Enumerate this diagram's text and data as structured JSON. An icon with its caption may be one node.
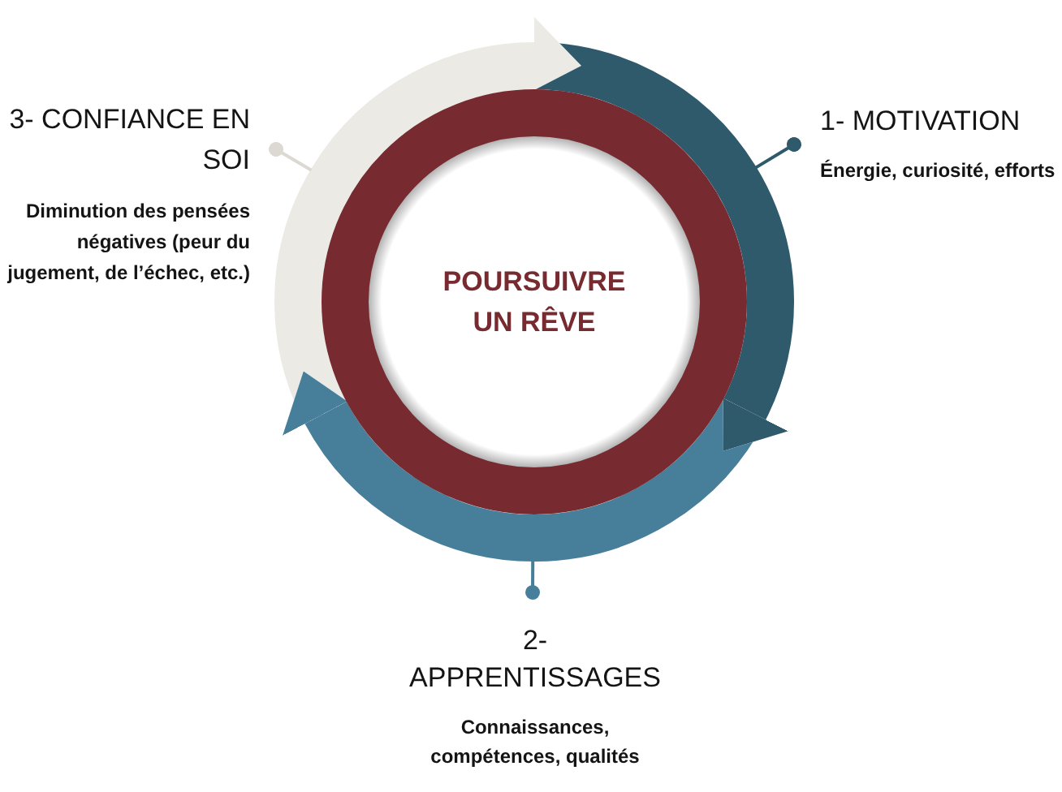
{
  "diagram": {
    "nodes": [
      {
        "text": [
          "3- CONFIANCE EN SOI",
          "Diminution des pensées négatives (peur du jugement, de l’échec, etc.)"
        ]
      },
      {
        "text": [
          "1- MOTIVATION",
          "Énergie, curiosité, efforts"
        ]
      },
      {
        "text": [
          "POURSUIVRE UN RÊVE"
        ]
      },
      {
        "text": [
          "2- APPRENTISSAGES",
          "Connaissances, compétences, qualités"
        ]
      },
      {
        "text": [],
        "shape": "arrow"
      },
      {
        "text": [],
        "shape": "arrow"
      },
      {
        "text": [],
        "shape": "arrow"
      }
    ],
    "edges": [
      {
        "from": 6,
        "to": 5,
        "arrow": "to",
        "style": "thick",
        "color": "#eceae4"
      },
      {
        "from": 4,
        "to": 6,
        "arrow": "to",
        "style": "thick",
        "color": "#2f5a6c"
      },
      {
        "from": 5,
        "to": 4,
        "arrow": "to",
        "style": "thick",
        "color": "#477f9b"
      },
      {
        "from": 0,
        "to": 4,
        "arrow": "other",
        "color": "#dcd9d2"
      },
      {
        "from": 1,
        "to": 5,
        "arrow": "other",
        "color": "#2f5a6c"
      },
      {
        "from": 3,
        "to": 6,
        "arrow": "other",
        "color": "#477f9b"
      }
    ]
  }
}
